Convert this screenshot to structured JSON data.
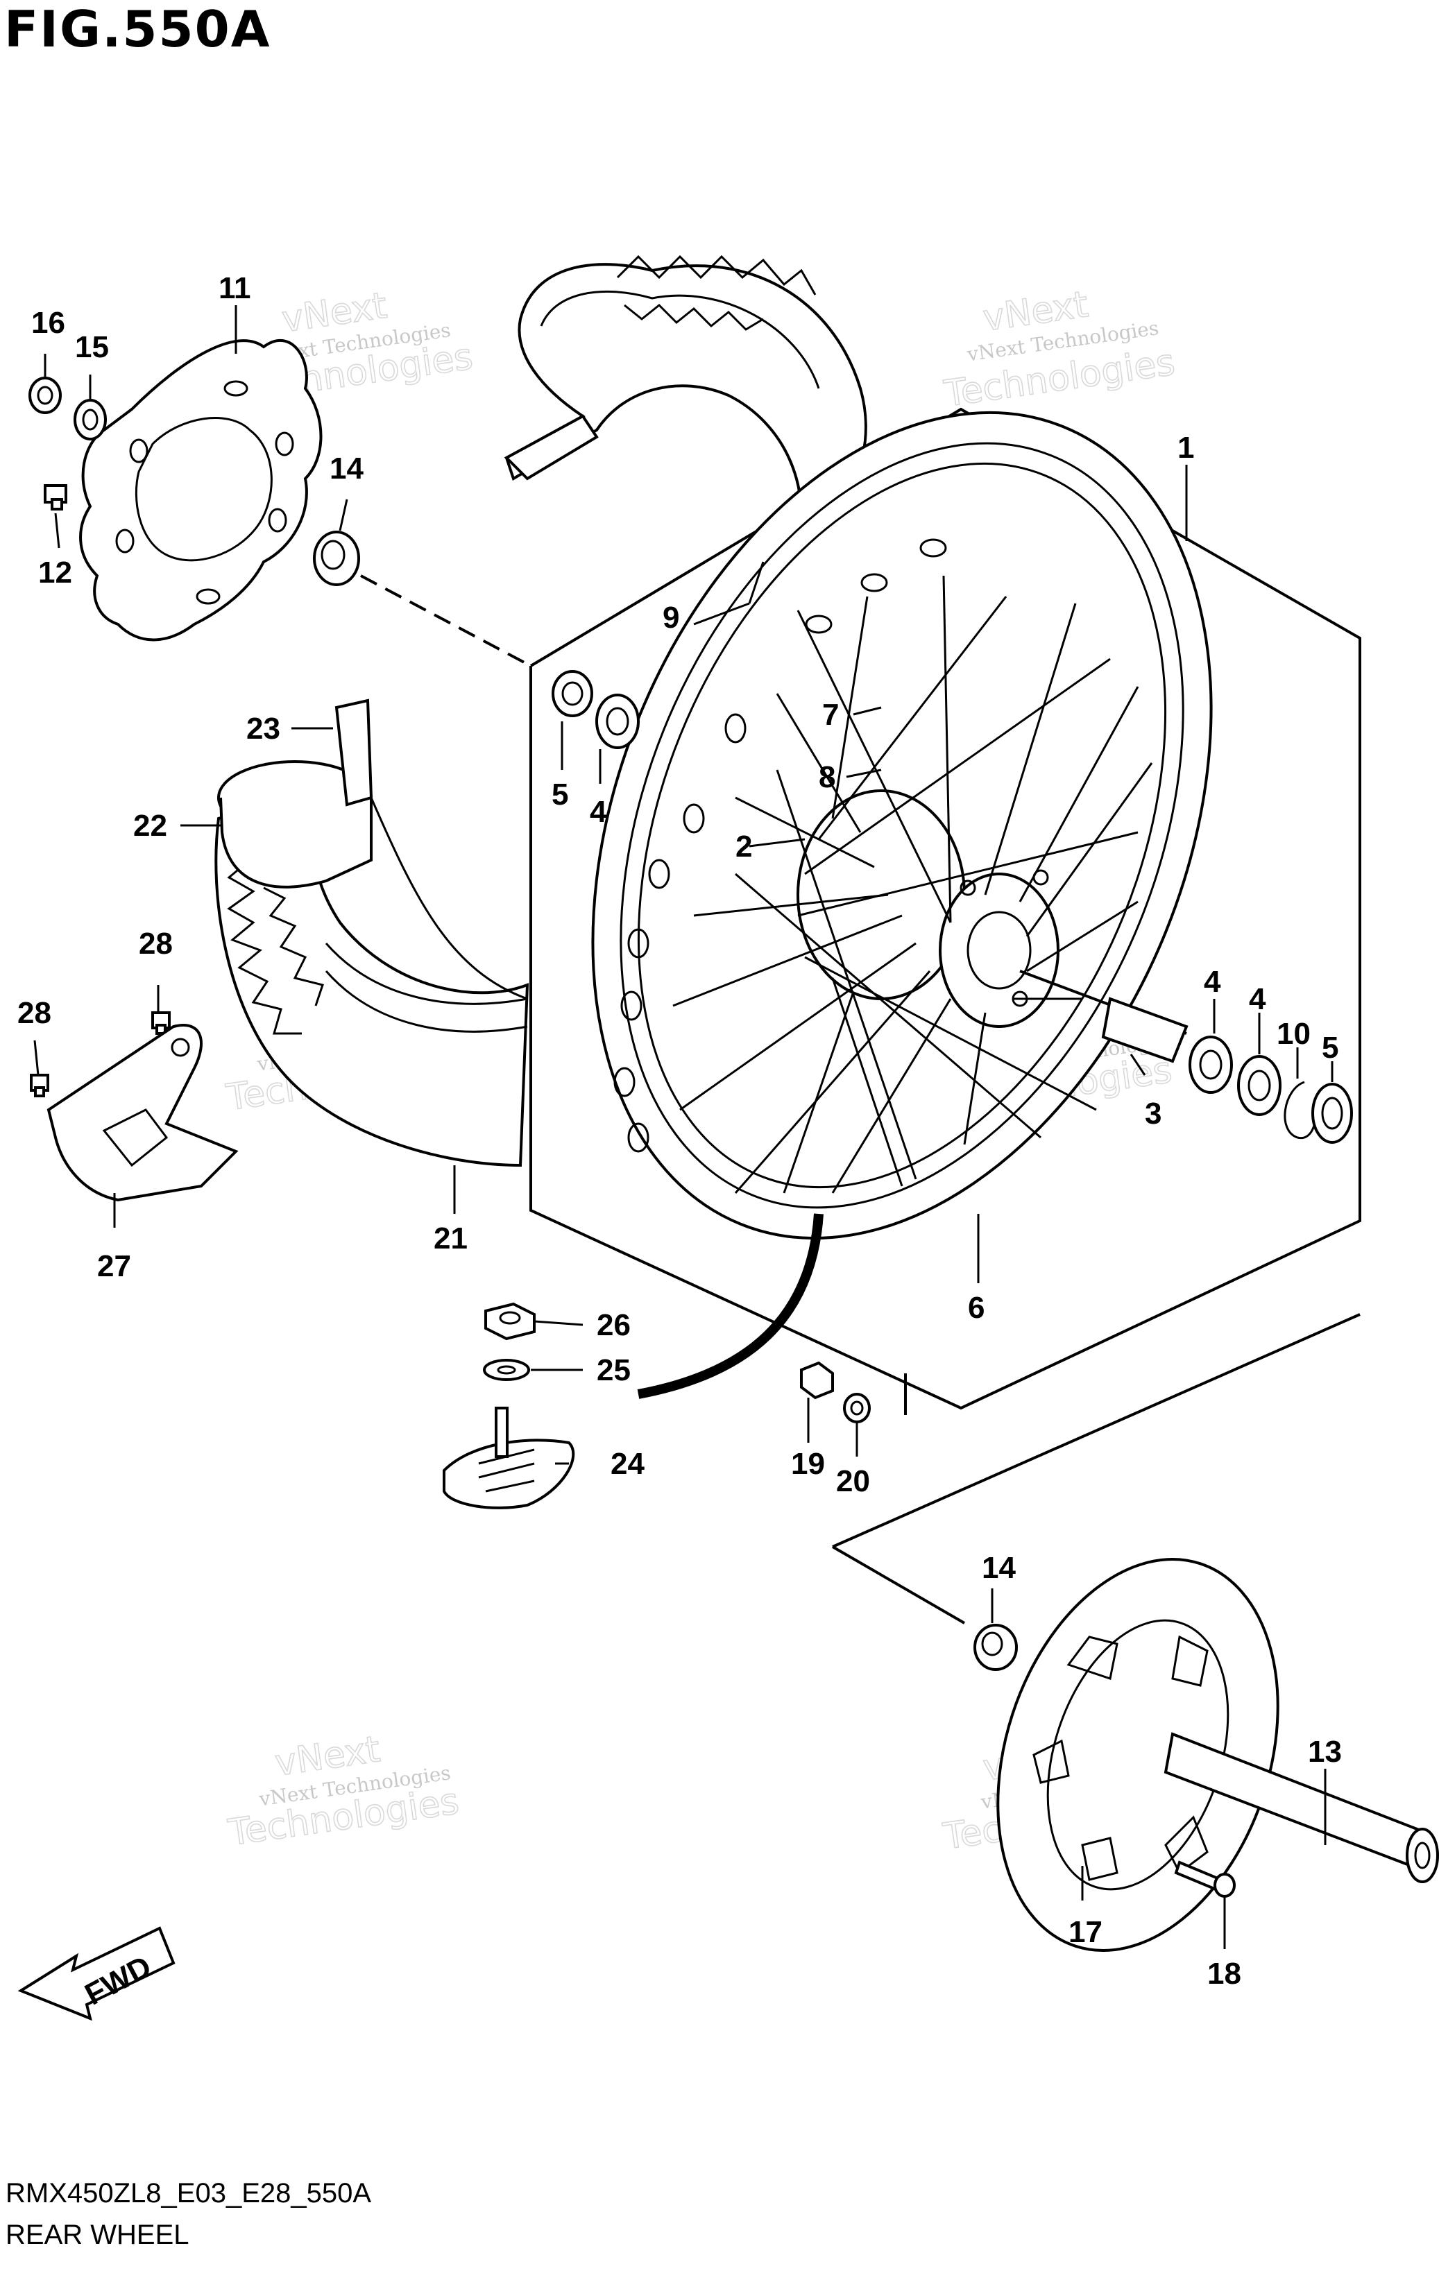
{
  "figure": {
    "title": "FIG.550A",
    "model_code": "RMX450ZL8_E03_E28_550A",
    "section_name": "REAR WHEEL",
    "direction_badge": "FWD"
  },
  "watermark": {
    "line1": "vNext Technologies",
    "line2": "vNext",
    "line3": "Technologies"
  },
  "callouts": {
    "c1": "1",
    "c2": "2",
    "c3": "3",
    "c4a": "4",
    "c4b": "4",
    "c4c": "4",
    "c5a": "5",
    "c5b": "5",
    "c6": "6",
    "c7": "7",
    "c8": "8",
    "c9": "9",
    "c10": "10",
    "c11": "11",
    "c12": "12",
    "c13": "13",
    "c14a": "14",
    "c14b": "14",
    "c15": "15",
    "c16": "16",
    "c17": "17",
    "c18": "18",
    "c19": "19",
    "c20": "20",
    "c21": "21",
    "c22": "22",
    "c23": "23",
    "c24": "24",
    "c25": "25",
    "c26": "26",
    "c27": "27",
    "c28a": "28",
    "c28b": "28"
  }
}
